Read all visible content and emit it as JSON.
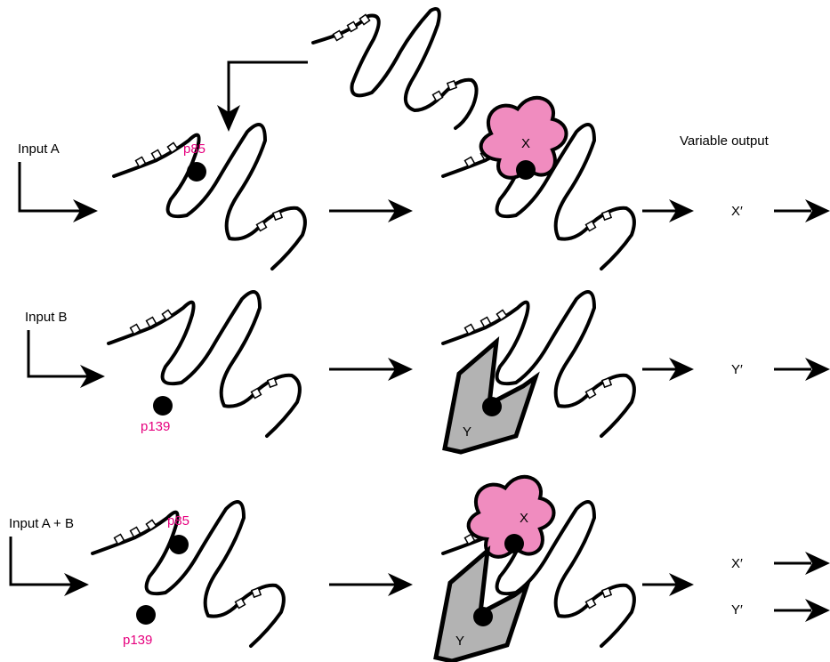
{
  "colors": {
    "site_label": "#e6007e",
    "protein_x_fill": "#f08cbf",
    "protein_y_fill": "#b3b3b3",
    "outline": "#000000"
  },
  "labels": {
    "input_a": "Input A",
    "input_b": "Input B",
    "input_ab": "Input A + B",
    "variable_output": "Variable output"
  },
  "sites": {
    "p85": "p85",
    "p139": "p139"
  },
  "proteins": {
    "x": "X",
    "y": "Y"
  },
  "outputs": {
    "x_prime": "X′",
    "y_prime": "Y′"
  }
}
